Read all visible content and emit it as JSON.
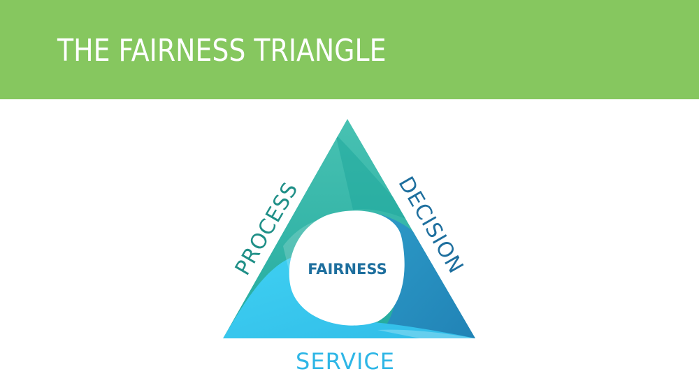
{
  "header": {
    "title": "THE FAIRNESS TRIANGLE"
  },
  "diagram": {
    "center_label": "FAIRNESS",
    "sides": {
      "left": "PROCESS",
      "right": "DECISION",
      "bottom": "SERVICE"
    },
    "colors": {
      "header_bg": "#86c75f",
      "teal": "#2bb3a5",
      "blue": "#2a8fc4",
      "sky": "#3ac3ef",
      "label_teal": "#1f8f87",
      "label_blue": "#1e6f9e",
      "label_sky": "#2eb6e6"
    }
  }
}
